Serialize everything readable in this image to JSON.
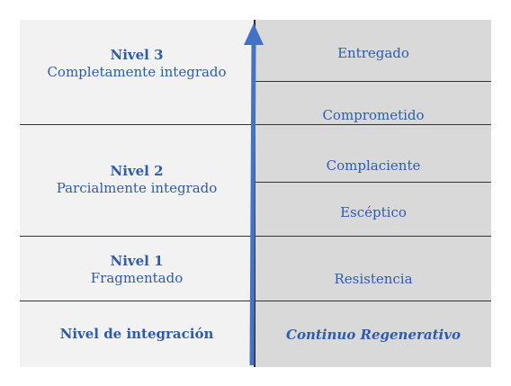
{
  "levels": [
    {
      "title": "Nivel 3",
      "subtitle": "Completamente integrado"
    },
    {
      "title": "Nivel 2",
      "subtitle": "Parcialmente integrado"
    },
    {
      "title": "Nivel 1",
      "subtitle": "Fragmentado"
    }
  ],
  "footer_left": "Nivel de integración",
  "footer_right": "Continuo Regenerativo",
  "stages": [
    "Entregado",
    "Comprometido",
    "Complaciente",
    "Escéptico",
    "Resistencia"
  ],
  "colors": {
    "text": "#2e5cad",
    "arrow": "#4472c4",
    "left_bg": "#f2f2f2",
    "right_bg": "#d9d9d9"
  }
}
